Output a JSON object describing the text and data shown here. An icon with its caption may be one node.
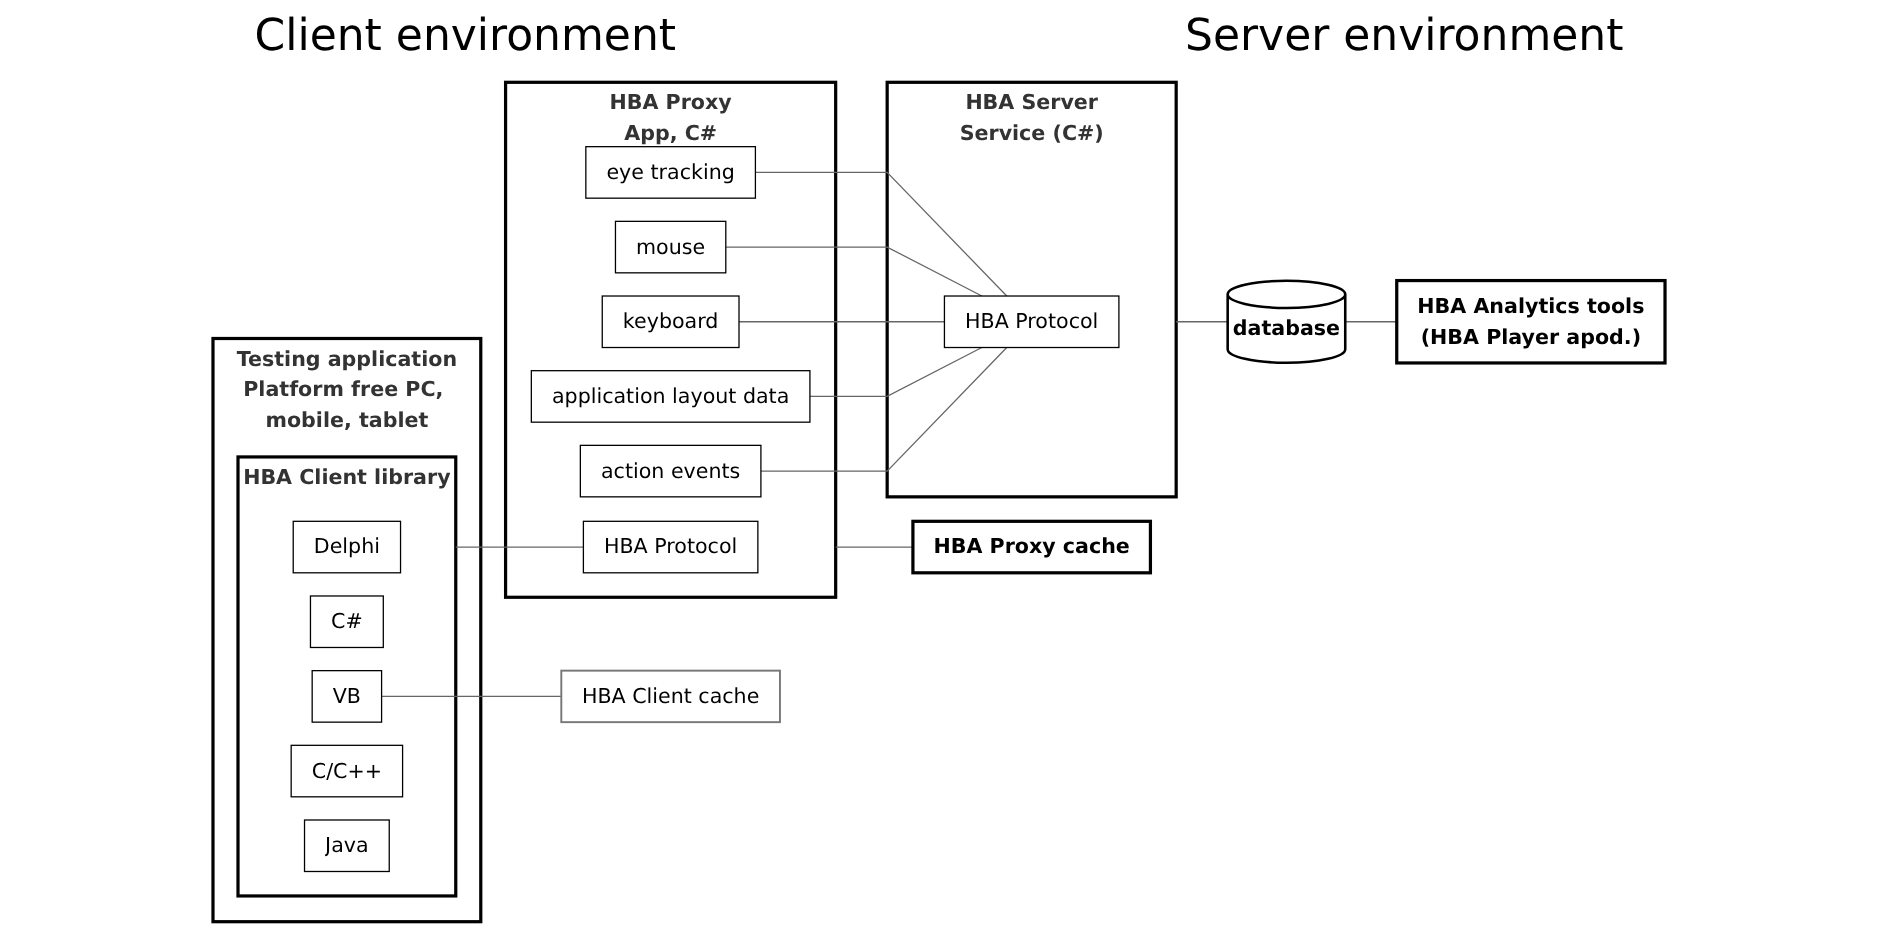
{
  "diagram": {
    "nodes": [
      {
        "text": [
          "Testing application",
          "Platform free PC, mobile, tablet"
        ]
      },
      {
        "text": [
          "HBA Client library"
        ],
        "in": 0
      },
      {
        "text": [
          "Delphi"
        ],
        "in": 1
      },
      {
        "text": [
          "C#"
        ],
        "in": 1
      },
      {
        "text": [
          "VB"
        ],
        "in": 1
      },
      {
        "text": [
          "C/C++"
        ],
        "in": 1
      },
      {
        "text": [
          "Java"
        ],
        "in": 1
      },
      {
        "text": [
          "HBA Client cache"
        ]
      },
      {
        "text": [
          "HBA Proxy",
          "App, C#"
        ]
      },
      {
        "text": [
          "HBA Protocol"
        ],
        "in": 8
      },
      {
        "text": [
          "eye tracking"
        ],
        "in": 8
      },
      {
        "text": [
          "mouse"
        ],
        "in": 8
      },
      {
        "text": [
          "keyboard"
        ],
        "in": 8
      },
      {
        "text": [
          "application layout data"
        ],
        "in": 8
      },
      {
        "text": [
          "action events"
        ],
        "in": 8
      },
      {
        "text": [
          "HBA Proxy cache"
        ]
      },
      {
        "text": [
          "HBA Server",
          "Service (C#)"
        ]
      },
      {
        "text": [
          "HBA Protocol"
        ],
        "in": 16
      },
      {
        "text": [
          "database"
        ]
      },
      {
        "text": [
          "HBA Analytics tools",
          "(HBA Player apod.)"
        ]
      }
    ],
    "edges": [
      {
        "from": 4,
        "to": 7,
        "arrow": "none"
      },
      {
        "from": 1,
        "to": 9,
        "arrow": "none"
      },
      {
        "from": 8,
        "to": 15,
        "arrow": "none"
      },
      {
        "from": 10,
        "to": 17,
        "arrow": "none"
      },
      {
        "from": 11,
        "to": 17,
        "arrow": "none"
      },
      {
        "from": 12,
        "to": 17,
        "arrow": "none"
      },
      {
        "from": 13,
        "to": 17,
        "arrow": "none"
      },
      {
        "from": 14,
        "to": 17,
        "arrow": "none"
      },
      {
        "from": 16,
        "to": 18,
        "arrow": "none"
      },
      {
        "from": 18,
        "to": 19,
        "arrow": "none"
      }
    ],
    "labels": [
      "Client environment",
      "Server environment"
    ]
  }
}
